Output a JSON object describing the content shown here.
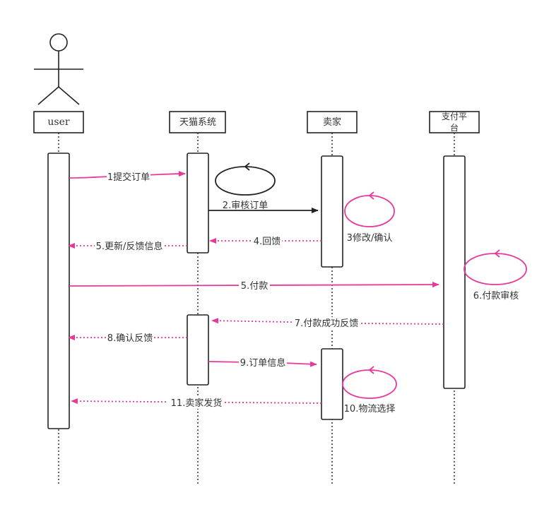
{
  "colors": {
    "accent": "#e8399a",
    "line": "#222222",
    "text": "#333333"
  },
  "participants": {
    "user": "user",
    "tmall": "天猫系统",
    "seller": "卖家",
    "payment_line1": "支付平",
    "payment_line2": "台"
  },
  "messages": {
    "m1": "1提交订单",
    "m2": "2.审核订单",
    "m3": "3修改/确认",
    "m4": "4.回馈",
    "m5a": "5.更新/反馈信息",
    "m5b": "5.付款",
    "m6": "6.付款审核",
    "m7": "7.付款成功反馈",
    "m8": "8.确认反馈",
    "m9": "9.订单信息",
    "m10": "10.物流选择",
    "m11": "11.卖家发货"
  }
}
